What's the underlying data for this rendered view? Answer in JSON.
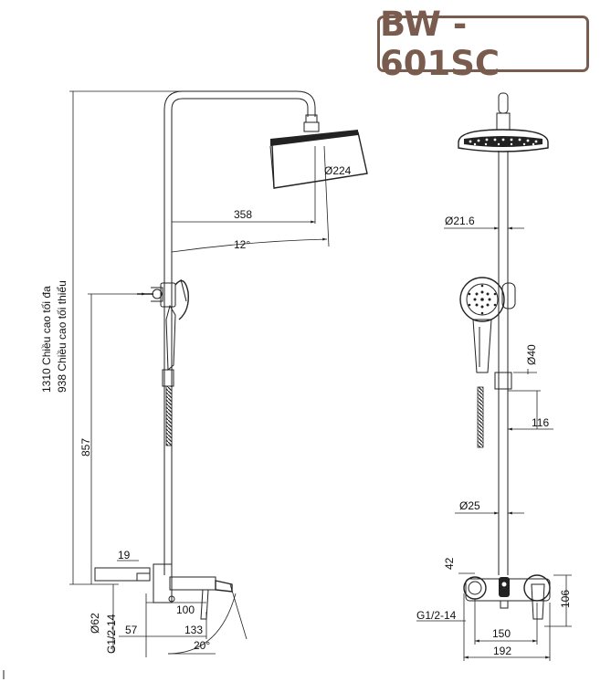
{
  "model": "BW - 601SC",
  "side_view": {
    "head_diameter": "Ø224",
    "arm_length": "358",
    "tilt_angle": "12°",
    "max_height": "1310  Chiều cao tối đa",
    "min_height": "938 Chiều cao tối thiểu",
    "bar_height": "857",
    "dim_19": "19",
    "dim_62": "Ø62",
    "thread": "G1/2-14",
    "dim_100": "100",
    "dim_57": "57",
    "dim_133": "133",
    "spout_angle": "20°"
  },
  "front_view": {
    "pipe_diameter": "Ø21.6",
    "holder_diameter": "Ø40",
    "holder_depth": "116",
    "bar_diameter": "Ø25",
    "mixer_height": "42",
    "mixer_depth": "106",
    "thread": "G1/2-14",
    "center_distance": "150",
    "total_width": "192"
  }
}
